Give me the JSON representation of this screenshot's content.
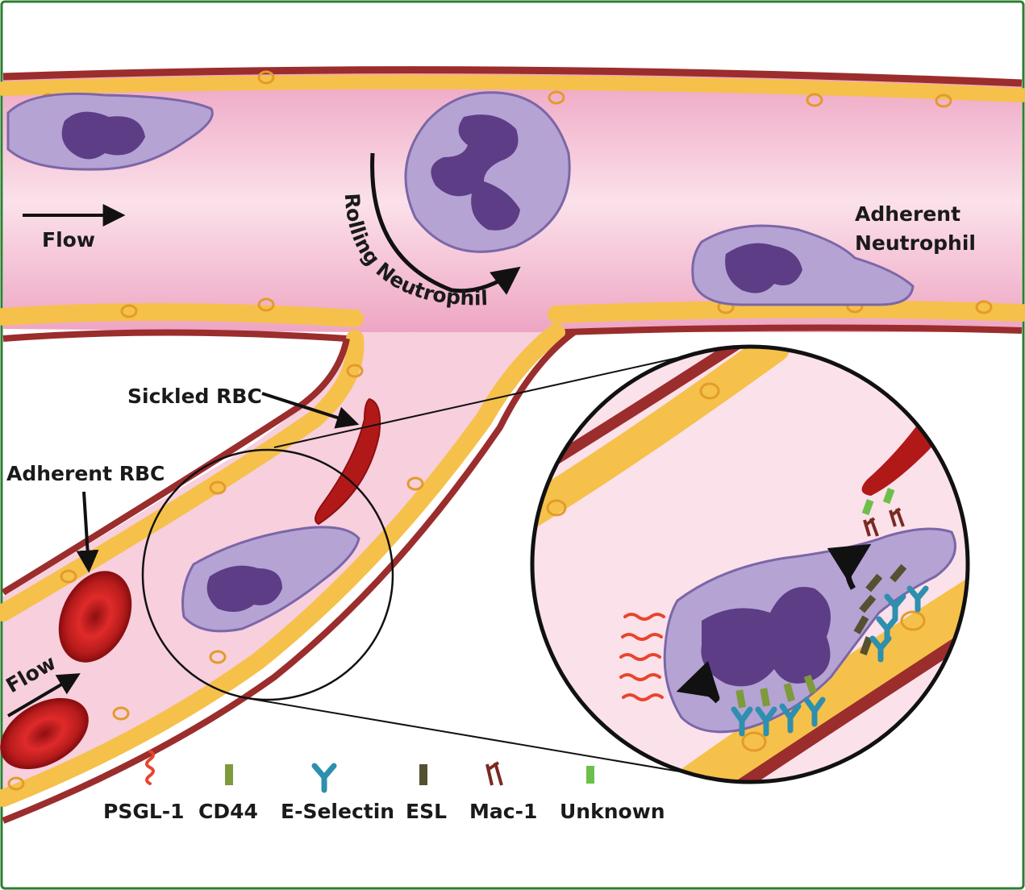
{
  "labels": {
    "flow_top": "Flow",
    "flow_bottom": "Flow",
    "rolling_neutrophil": "Rolling Neutrophil",
    "adherent_neutrophil_line1": "Adherent",
    "adherent_neutrophil_line2": "Neutrophil",
    "sickled_rbc": "Sickled RBC",
    "adherent_rbc": "Adherent RBC"
  },
  "legend": [
    {
      "label": "PSGL-1",
      "icon": "psgl1-wavy-icon",
      "color": "#e8452c"
    },
    {
      "label": "CD44",
      "icon": "cd44-bar-icon",
      "color": "#7e9a3a"
    },
    {
      "label": "E-Selectin",
      "icon": "e-selectin-y-icon",
      "color": "#2e8fae"
    },
    {
      "label": "ESL",
      "icon": "esl-bar-icon",
      "color": "#55502f"
    },
    {
      "label": "Mac-1",
      "icon": "mac1-icon",
      "color": "#7a2a22"
    },
    {
      "label": "Unknown",
      "icon": "unknown-bar-icon",
      "color": "#6cc04a"
    }
  ],
  "colors": {
    "border": "#2e7d32",
    "vessel_wall": "#9b2d2d",
    "endothelium": "#f5c14a",
    "lumen": "#f4c6d8",
    "cell": "#b5a3d4",
    "nucleus": "#5c3d86",
    "rbc": "#c41d1d"
  }
}
